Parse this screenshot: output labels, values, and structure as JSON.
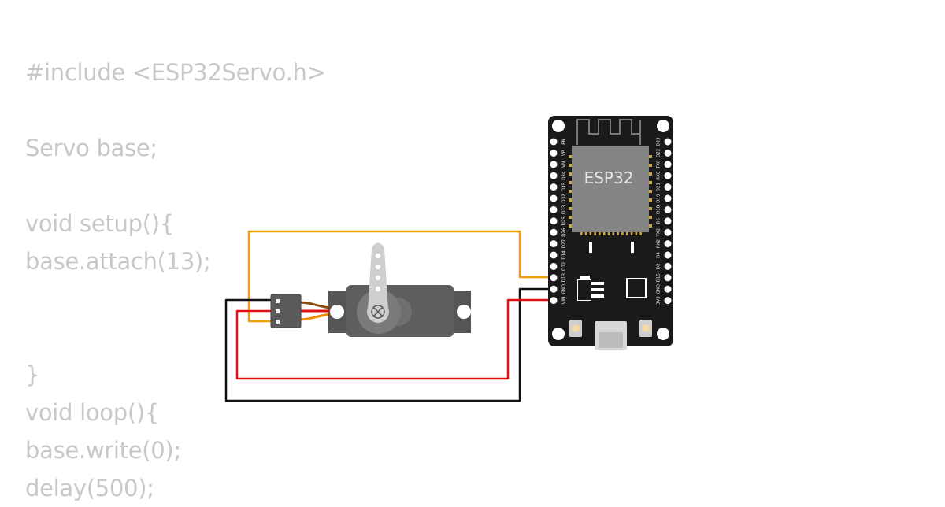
{
  "code": {
    "lines": [
      "#include <ESP32Servo.h>",
      "",
      "Servo base;",
      "",
      "void setup(){",
      "base.attach(13);",
      "",
      "",
      "}",
      "void loop(){",
      "base.write(0);",
      "delay(500);"
    ]
  },
  "board": {
    "chip_label": "ESP32",
    "left_pins": [
      "EN",
      "VP",
      "VN",
      "D34",
      "D35",
      "D32",
      "D33",
      "D25",
      "D26",
      "D27",
      "D14",
      "D12",
      "D13",
      "GND",
      "VIN"
    ],
    "right_pins": [
      "D23",
      "D22",
      "TX0",
      "RX0",
      "D21",
      "D19",
      "D18",
      "D5",
      "TX2",
      "RX2",
      "D4",
      "D2",
      "D15",
      "GND",
      "3V3"
    ]
  },
  "colors": {
    "code_text": "#c8c8c8",
    "board": "#1a1a1a",
    "chip": "#858585",
    "servo_body": "#5e5e5e",
    "wire_signal": "#f0a000",
    "wire_power": "#e01010",
    "wire_ground": "#111111"
  },
  "icons": {
    "servo": "servo-motor-icon",
    "board": "esp32-devkit-icon",
    "usb": "micro-usb-icon"
  }
}
